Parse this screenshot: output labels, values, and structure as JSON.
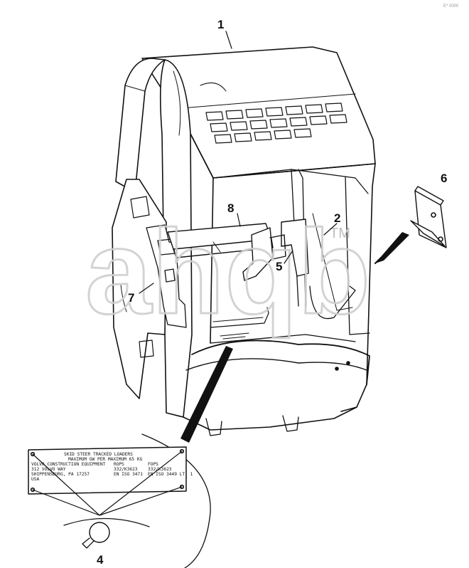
{
  "callouts": [
    "1",
    "2",
    "4",
    "5",
    "6",
    "7",
    "8"
  ],
  "watermark": {
    "text": "ahqb",
    "mark": "TM"
  },
  "corner_text": "E* 0000",
  "data_plate": {
    "line1": "SKID STEER TRACKED LOADERS",
    "line2": "MAXIMUM GW PER MAXIMUM 65 KG",
    "col1": [
      "VOLVO CONSTRUCTION EQUIPMENT",
      "312 VOLVO WAY",
      "SHIPPENSBURG, PA 17257",
      "USA"
    ],
    "col2": [
      "ROPS",
      "332/K3623",
      "EN ISO 3471"
    ],
    "col3": [
      "FOPS",
      "332/K3623",
      "EN ISO 3449 LT. 1"
    ]
  }
}
